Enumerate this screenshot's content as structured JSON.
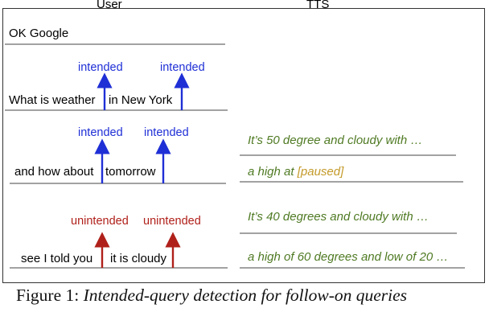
{
  "headers": {
    "user": "User",
    "tts": "TTS"
  },
  "user_turns": [
    {
      "text": "OK Google"
    },
    {
      "text_before": "What is weather",
      "text_after": "in New York",
      "labels": [
        "intended",
        "intended"
      ],
      "kind": "intended"
    },
    {
      "text_before": "and how about",
      "text_after": "tomorrow",
      "labels": [
        "intended",
        "intended"
      ],
      "kind": "intended"
    },
    {
      "text_before": "see I told you",
      "text_after": "it is cloudy",
      "labels": [
        "unintended",
        "unintended"
      ],
      "kind": "unintended"
    }
  ],
  "tts_turns": [
    {
      "text": "It’s 50 degree and cloudy with …"
    },
    {
      "text": "a high at ",
      "paused": "[paused]"
    },
    {
      "text": "It’s 40 degrees and cloudy with …"
    },
    {
      "text": "a high of 60 degrees and low of 20 …"
    }
  ],
  "colors": {
    "intended": "#1f2fd6",
    "unintended": "#b0201a",
    "tts": "#4f7a23",
    "paused": "#c49a2a"
  },
  "caption": {
    "prefix": "Figure 1: ",
    "title": "Intended-query detection for follow-on queries"
  }
}
